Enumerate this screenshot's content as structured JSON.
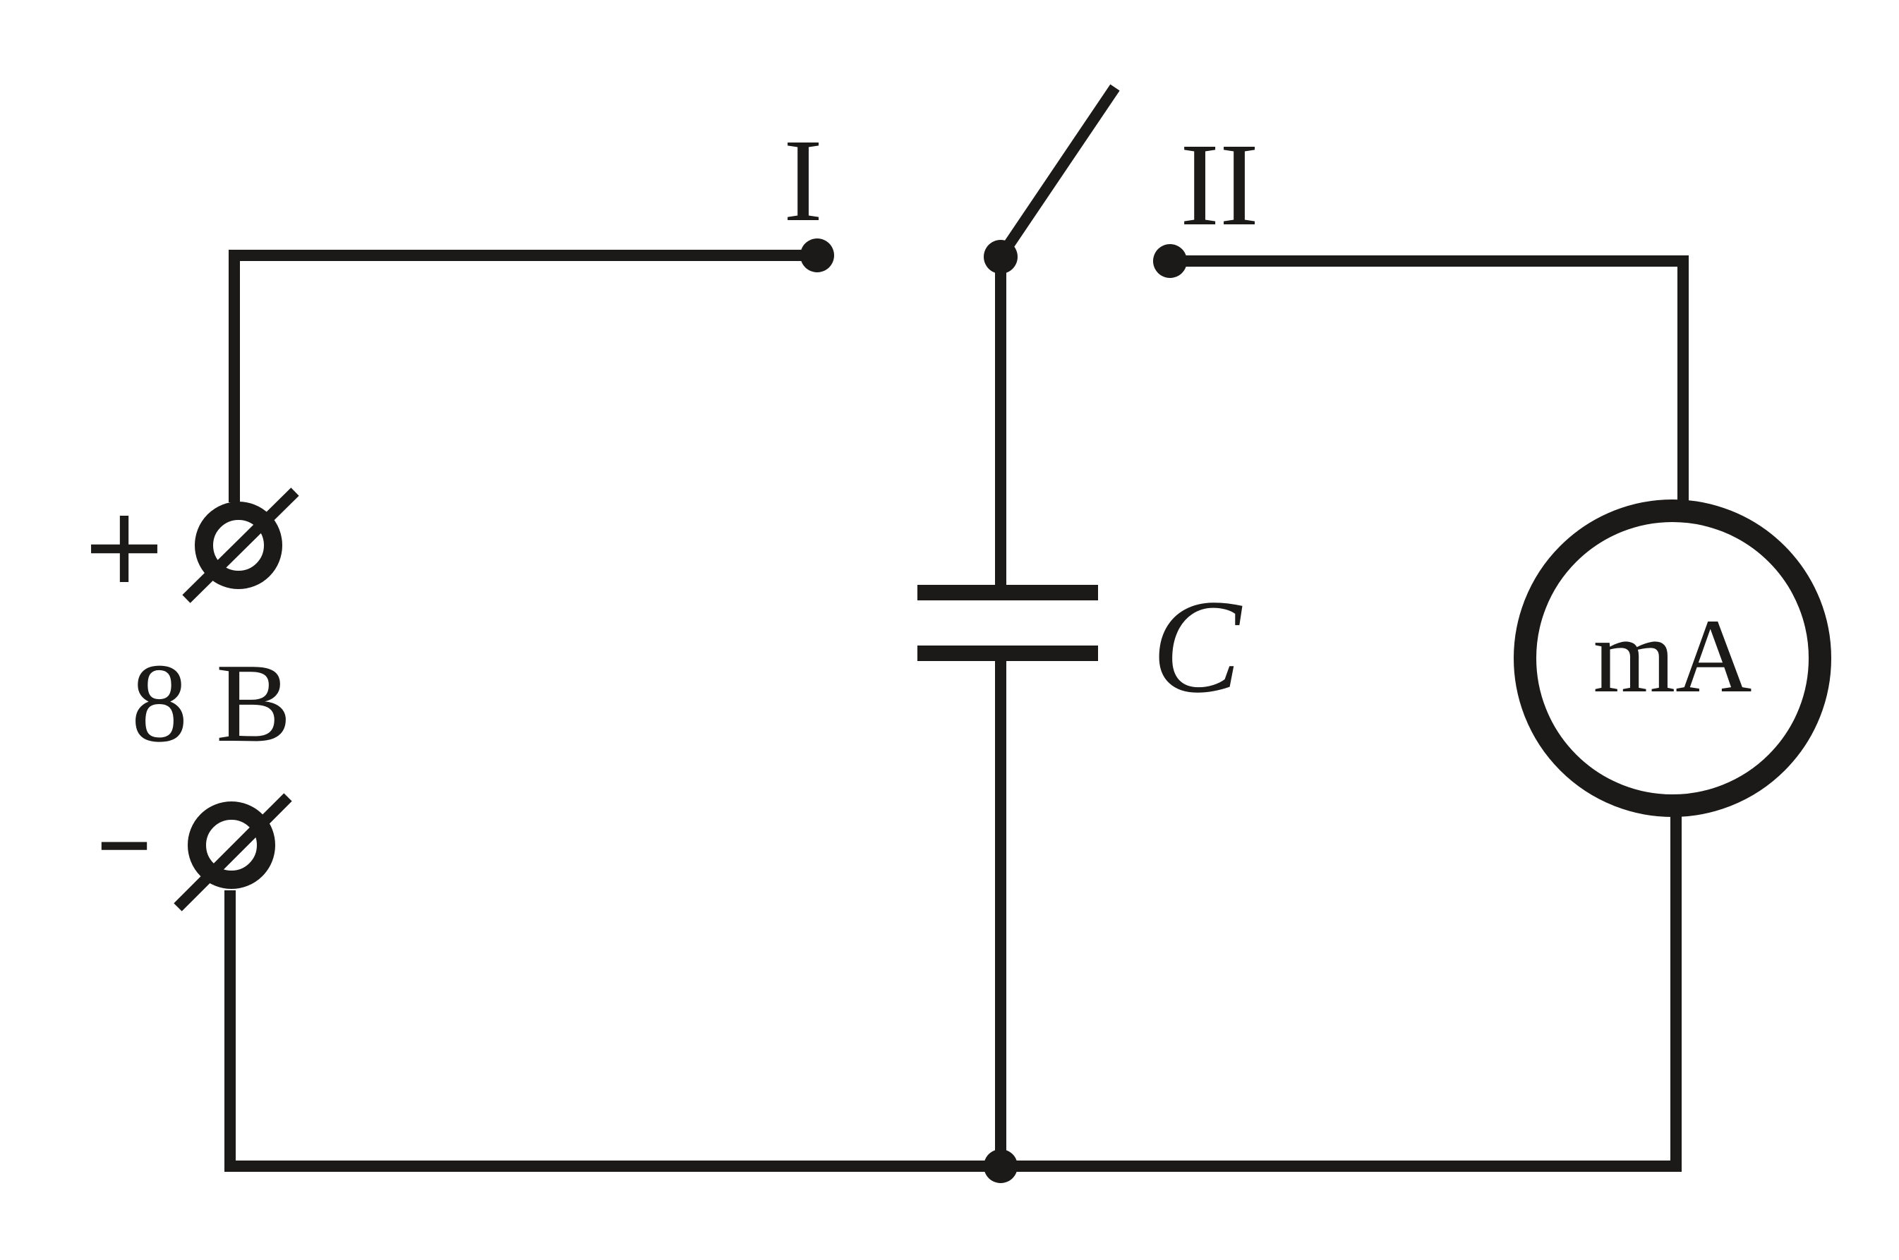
{
  "labels": {
    "switch_pos_1": "I",
    "switch_pos_2": "II",
    "plus": "+",
    "minus": "–",
    "voltage": "8 В",
    "capacitor": "C",
    "ammeter": "mA"
  },
  "colors": {
    "ink": "#1c1a19",
    "background": "#ffffff"
  }
}
